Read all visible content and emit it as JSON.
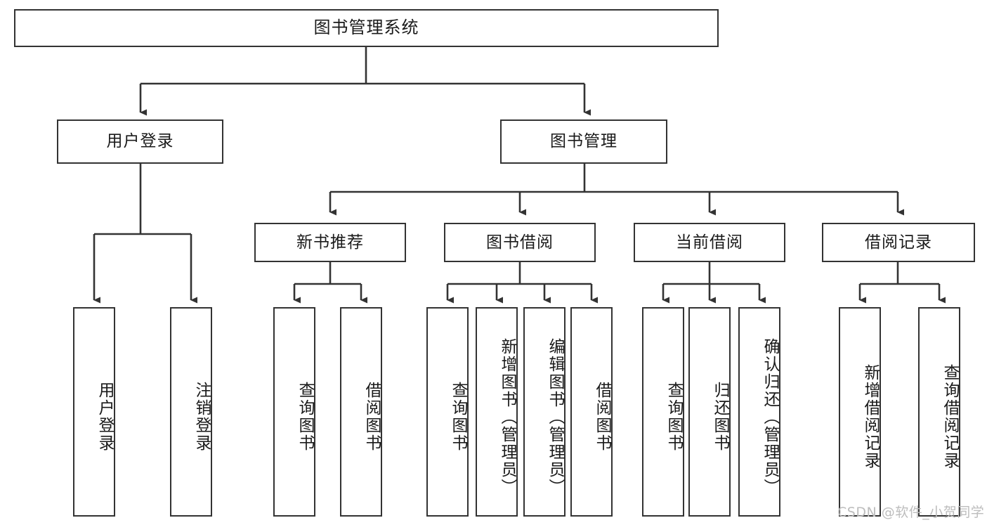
{
  "diagram": {
    "type": "tree",
    "title": "图书管理系统",
    "colors": {
      "box_border": "#333333",
      "box_fill": "#ffffff",
      "edge": "#333333",
      "text": "#1a1a1a",
      "watermark": "#bdbdbd",
      "background": "#ffffff"
    },
    "root": {
      "label": "图书管理系统"
    },
    "level2": [
      {
        "label": "用户登录"
      },
      {
        "label": "图书管理"
      }
    ],
    "level3": [
      {
        "label": "新书推荐"
      },
      {
        "label": "图书借阅"
      },
      {
        "label": "当前借阅"
      },
      {
        "label": "借阅记录"
      }
    ],
    "leaves": {
      "user_login": [
        {
          "label": "用户登录"
        },
        {
          "label": "注销登录"
        }
      ],
      "new_book_recommend": [
        {
          "label": "查询图书"
        },
        {
          "label": "借阅图书"
        }
      ],
      "book_borrow": [
        {
          "label": "查询图书"
        },
        {
          "label": "新增图书（管理员）"
        },
        {
          "label": "编辑图书（管理员）"
        },
        {
          "label": "借阅图书"
        }
      ],
      "current_borrow": [
        {
          "label": "查询图书"
        },
        {
          "label": "归还图书"
        },
        {
          "label": "确认归还（管理员）"
        }
      ],
      "borrow_record": [
        {
          "label": "新增借阅记录"
        },
        {
          "label": "查询借阅记录"
        }
      ]
    }
  },
  "watermark": {
    "text": "CSDN @软件_小贺同学"
  }
}
